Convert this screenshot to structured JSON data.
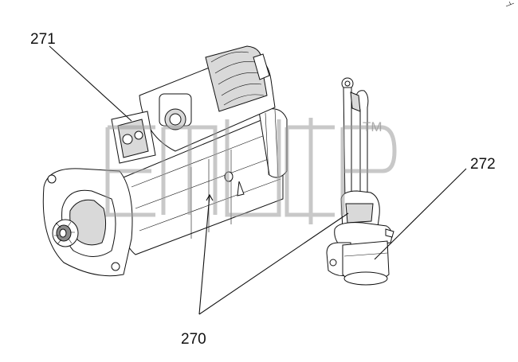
{
  "callouts": {
    "starter_assembly": "270",
    "starter_motor": "271",
    "solenoid_relay": "272"
  },
  "watermark": {
    "mark": "TM"
  },
  "colors": {
    "line": "#111111",
    "watermark": "#9a9a9a",
    "background": "#ffffff"
  }
}
